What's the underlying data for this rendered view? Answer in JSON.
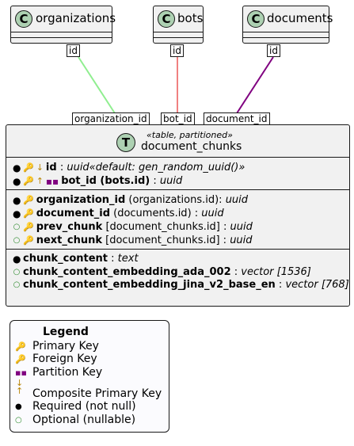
{
  "top_classes": [
    {
      "badge": "C",
      "name": "organizations",
      "port": "id"
    },
    {
      "badge": "C",
      "name": "bots",
      "port": "id"
    },
    {
      "badge": "C",
      "name": "documents",
      "port": "id"
    }
  ],
  "links": [
    {
      "label": "organization_id",
      "color": "#90ee90"
    },
    {
      "label": "bot_id",
      "color": "#f08080"
    },
    {
      "label": "document_id",
      "color": "#800080"
    }
  ],
  "table": {
    "badge": "T",
    "stereotype": "«table, partitioned»",
    "name": "document_chunks",
    "pk_rows": [
      {
        "mark": "●",
        "name": "id",
        "type": " : ",
        "type2": "uuid«default: gen_random_uuid()»"
      },
      {
        "mark": "●",
        "name": "bot_id (bots.id)",
        "type": " : ",
        "type2": "uuid"
      }
    ],
    "fk_rows": [
      {
        "mark": "●",
        "name": "organization_id",
        "ref": " (organizations.id): ",
        "type": "uuid"
      },
      {
        "mark": "●",
        "name": "document_id",
        "ref": " (documents.id) : ",
        "type": "uuid"
      },
      {
        "mark": "○",
        "name": "prev_chunk",
        "ref": " [document_chunks.id] : ",
        "type": "uuid"
      },
      {
        "mark": "○",
        "name": "next_chunk",
        "ref": " [document_chunks.id] : ",
        "type": "uuid"
      }
    ],
    "col_rows": [
      {
        "mark": "●",
        "name": "chunk_content",
        "sep": " : ",
        "type": "text"
      },
      {
        "mark": "○",
        "name": "chunk_content_embedding_ada_002",
        "sep": " : ",
        "type": "vector [1536]"
      },
      {
        "mark": "○",
        "name": "chunk_content_embedding_jina_v2_base_en",
        "sep": " : ",
        "type": "vector [768]"
      }
    ]
  },
  "legend": {
    "title": "Legend",
    "items": [
      {
        "icon": "primary-key-icon",
        "label": "Primary Key"
      },
      {
        "icon": "foreign-key-icon",
        "label": "Foreign Key"
      },
      {
        "icon": "partition-key-icon",
        "label": "Partition Key"
      },
      {
        "icon": "composite-key-icon",
        "label": "Composite Primary Key"
      },
      {
        "icon": "required-icon",
        "label": "Required (not null)"
      },
      {
        "icon": "optional-icon",
        "label": "Optional (nullable)"
      }
    ]
  },
  "colors": {
    "pk": "#b8860b",
    "fk": "#808080",
    "partition": "#800080",
    "optional": "#2e8b2e"
  }
}
